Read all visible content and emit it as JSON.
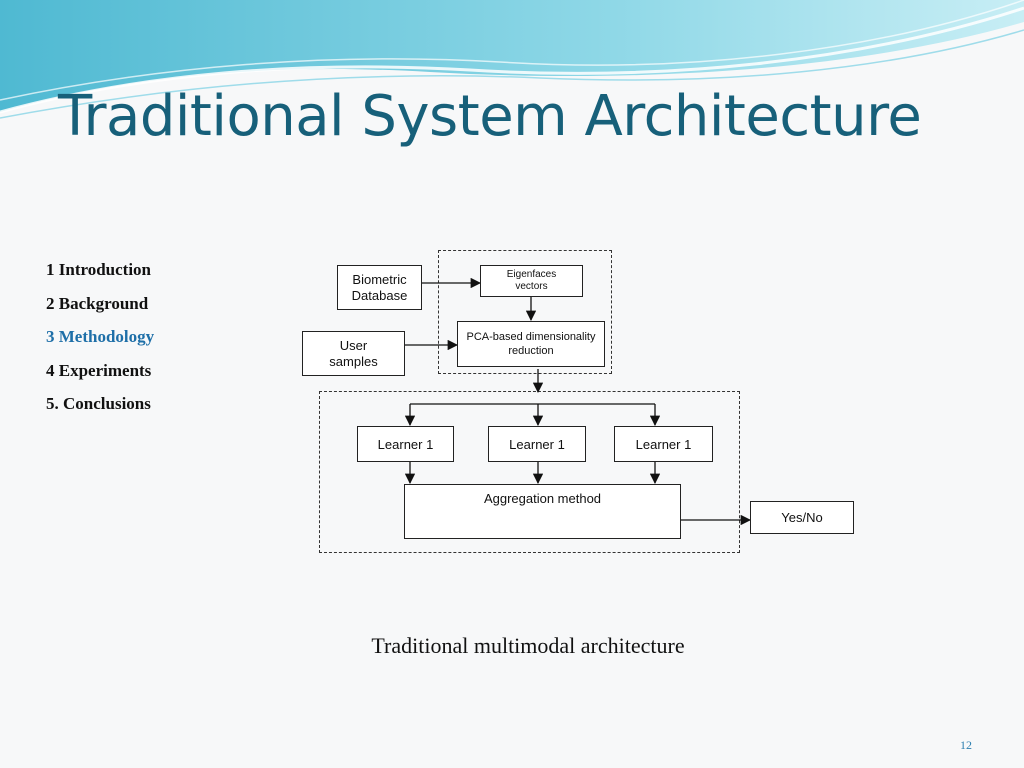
{
  "slide": {
    "title": "Traditional System Architecture",
    "page_number": "12"
  },
  "outline": [
    {
      "label": "1 Introduction",
      "active": false
    },
    {
      "label": "2 Background",
      "active": false
    },
    {
      "label": "3 Methodology",
      "active": true
    },
    {
      "label": "4 Experiments",
      "active": false
    },
    {
      "label": "5. Conclusions",
      "active": false
    }
  ],
  "diagram": {
    "biometric_database": "Biometric Database",
    "user_samples": "User samples",
    "eigenfaces_vectors": "Eigenfaces vectors",
    "pca_reduction": "PCA-based dimensionality reduction",
    "learners": [
      "Learner 1",
      "Learner 1",
      "Learner 1"
    ],
    "aggregation": "Aggregation method",
    "output": "Yes/No",
    "caption": "Traditional multimodal architecture"
  },
  "colors": {
    "title": "#17607a",
    "active_outline": "#1e6fa8",
    "wave": "#5ec6dc"
  }
}
